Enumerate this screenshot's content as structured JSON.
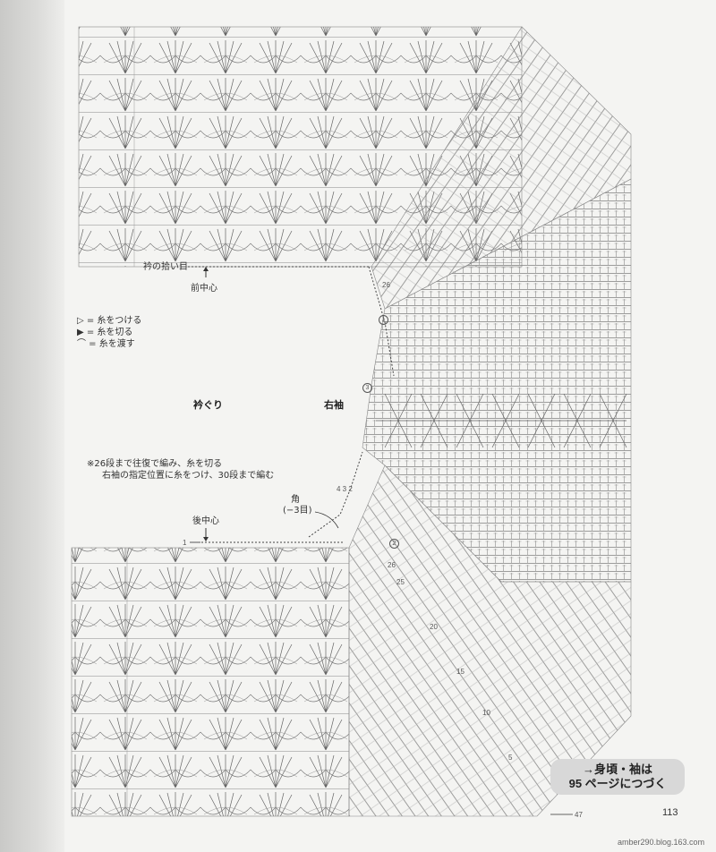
{
  "labels": {
    "collar_pickup": "衿の拾い目",
    "front_center": "前中心",
    "back_center": "後中心",
    "neckline": "衿ぐり",
    "right_sleeve": "右袖",
    "corner": "角",
    "corner_sub": "(−3目)"
  },
  "legend": [
    {
      "icon": "join-yarn-icon",
      "text": "▷ = 糸をつける"
    },
    {
      "icon": "cut-yarn-icon",
      "text": "▶ = 糸を切る"
    },
    {
      "icon": "carry-yarn-icon",
      "text": "⌒ = 糸を渡す"
    }
  ],
  "note": {
    "line1": "※26段まで往復で編み、糸を切る",
    "line2": "右袖の指定位置に糸をつけ、30段まで編む"
  },
  "row_numbers": {
    "r26a": "26",
    "r26b": "26",
    "r25": "25",
    "r20": "20",
    "r15": "15",
    "r10": "10",
    "r5": "5",
    "r1a": "1",
    "r1b": "1",
    "r47": "47",
    "r432": "4 3 2",
    "c1": "1",
    "c3": "3",
    "c2": "2"
  },
  "continue_box": {
    "line1": "→身頃・袖は",
    "line2": "95 ページにつづく"
  },
  "page_number": "113",
  "watermark": "amber290.blog.163.com"
}
